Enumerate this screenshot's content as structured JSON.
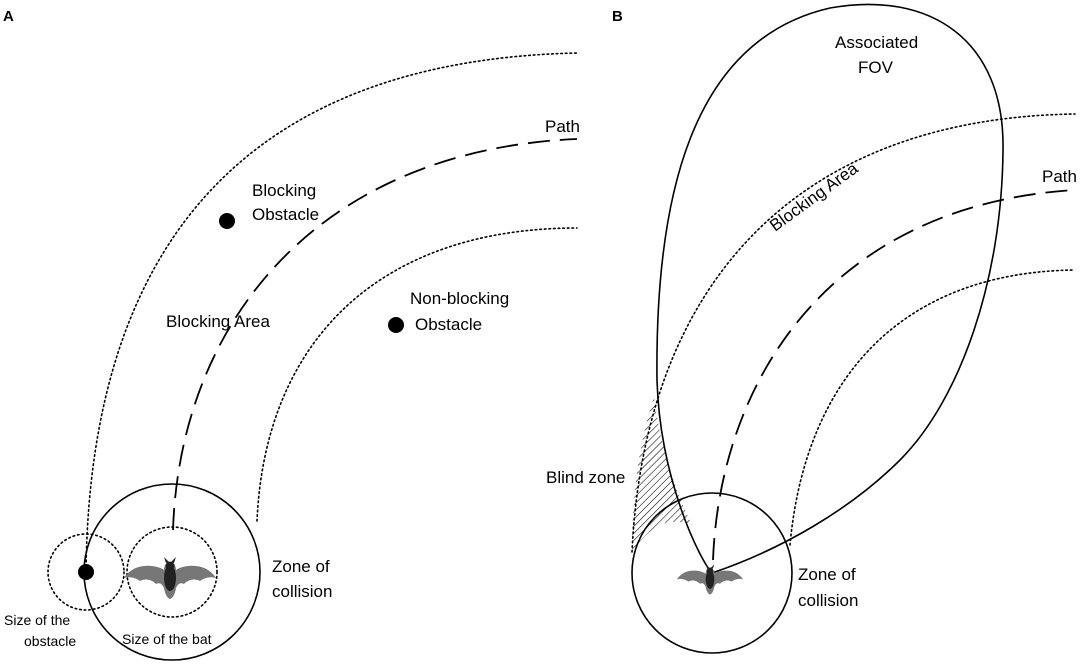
{
  "panel_a": {
    "letter": "A",
    "path_label": "Path",
    "blocking_obstacle_label": [
      "Blocking",
      "Obstacle"
    ],
    "nonblocking_obstacle_label": [
      "Non-blocking",
      "Obstacle"
    ],
    "blocking_area_label": "Blocking Area",
    "zone_label": [
      "Zone of",
      "collision"
    ],
    "obstacle_size_label": [
      "Size of the",
      "obstacle"
    ],
    "bat_size_label": "Size of the bat"
  },
  "panel_b": {
    "letter": "B",
    "fov_label": [
      "Associated",
      "FOV"
    ],
    "path_label": "Path",
    "blocking_area_label": "Blocking Area",
    "blind_zone_label": "Blind zone",
    "zone_label": [
      "Zone of",
      "collision"
    ]
  },
  "icons": [
    "bat-icon"
  ]
}
